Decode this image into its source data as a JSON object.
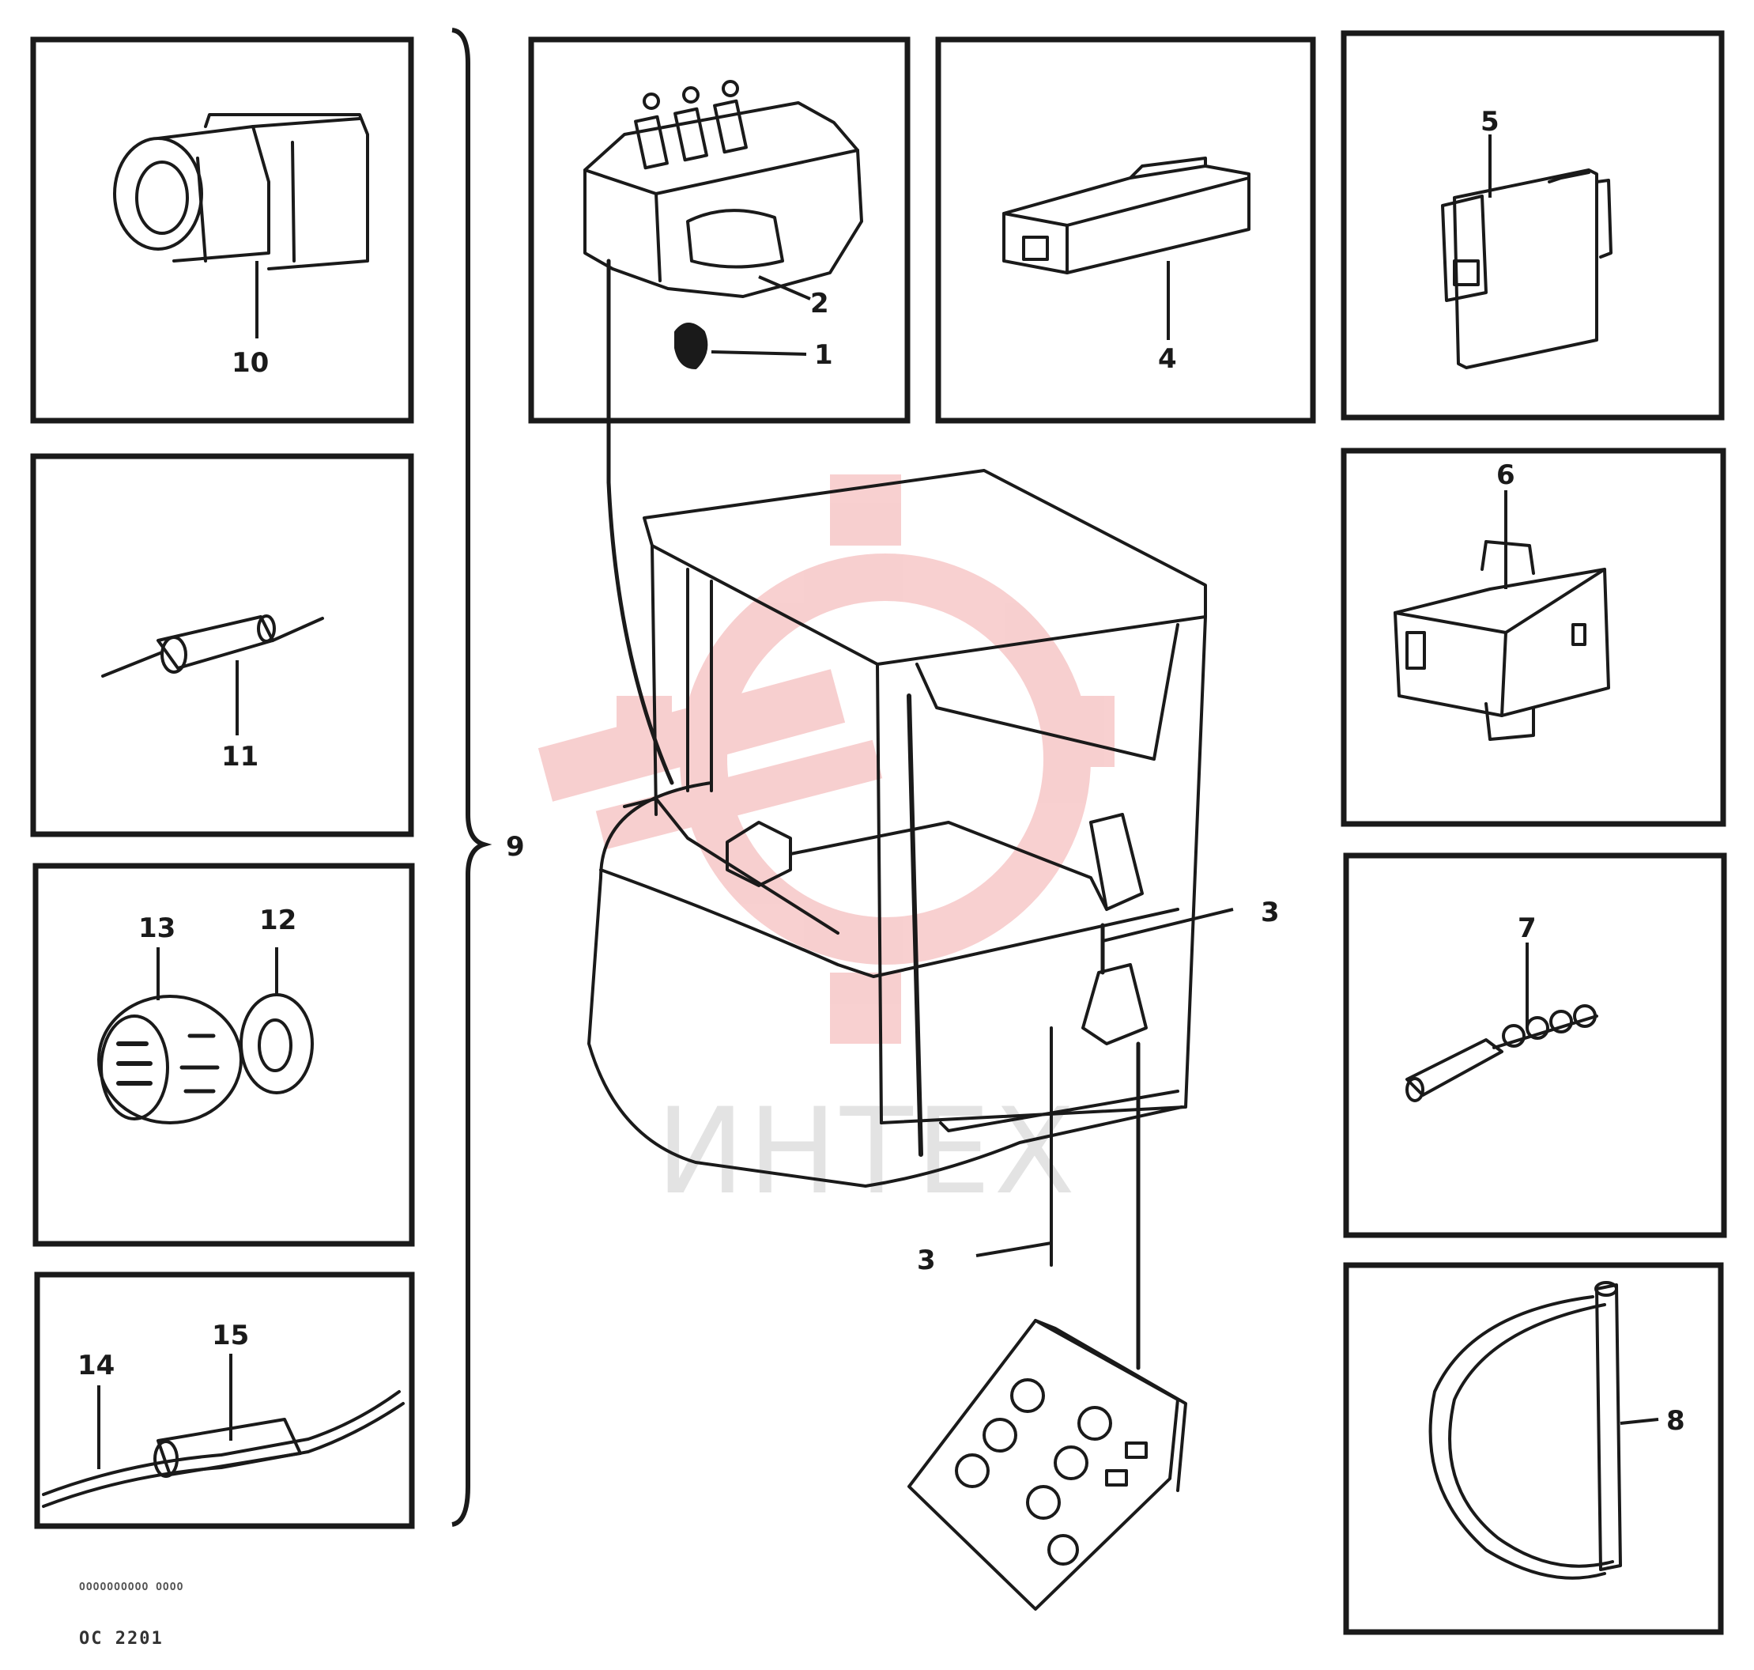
{
  "watermark": {
    "text": "ИНТЕХ",
    "color": "#f4b8b8"
  },
  "callouts": {
    "c1": "1",
    "c2": "2",
    "c3a": "3",
    "c3b": "3",
    "c4": "4",
    "c5": "5",
    "c6": "6",
    "c7": "7",
    "c8": "8",
    "c9": "9",
    "c10": "10",
    "c11": "11",
    "c12": "12",
    "c13": "13",
    "c14": "14",
    "c15": "15"
  },
  "footer": {
    "ref": "ОООООООООО ОООО",
    "code": "ОС 2201"
  },
  "colors": {
    "ink": "#1a1a1a",
    "watermark_red": "#f4b8b8"
  }
}
